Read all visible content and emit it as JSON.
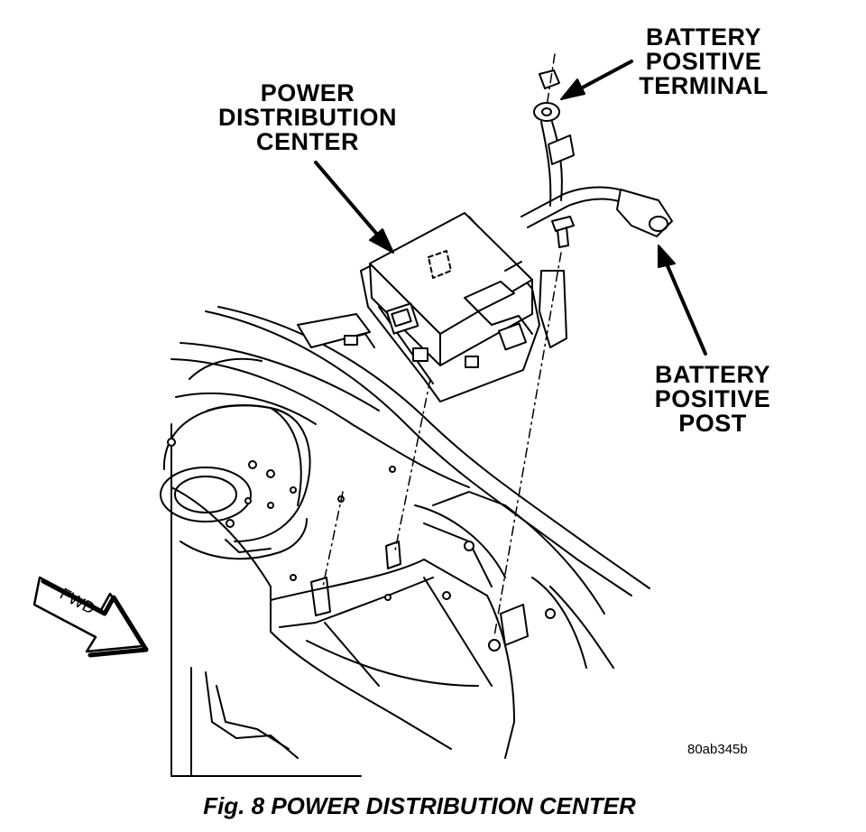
{
  "labels": {
    "power_distribution_center": [
      "POWER",
      "DISTRIBUTION",
      "CENTER"
    ],
    "battery_positive_terminal": [
      "BATTERY",
      "POSITIVE",
      "TERMINAL"
    ],
    "battery_positive_post": [
      "BATTERY",
      "POSITIVE",
      "POST"
    ],
    "forward_arrow": "FWD"
  },
  "figure_code": "80ab345b",
  "caption": "Fig. 8 POWER DISTRIBUTION CENTER"
}
